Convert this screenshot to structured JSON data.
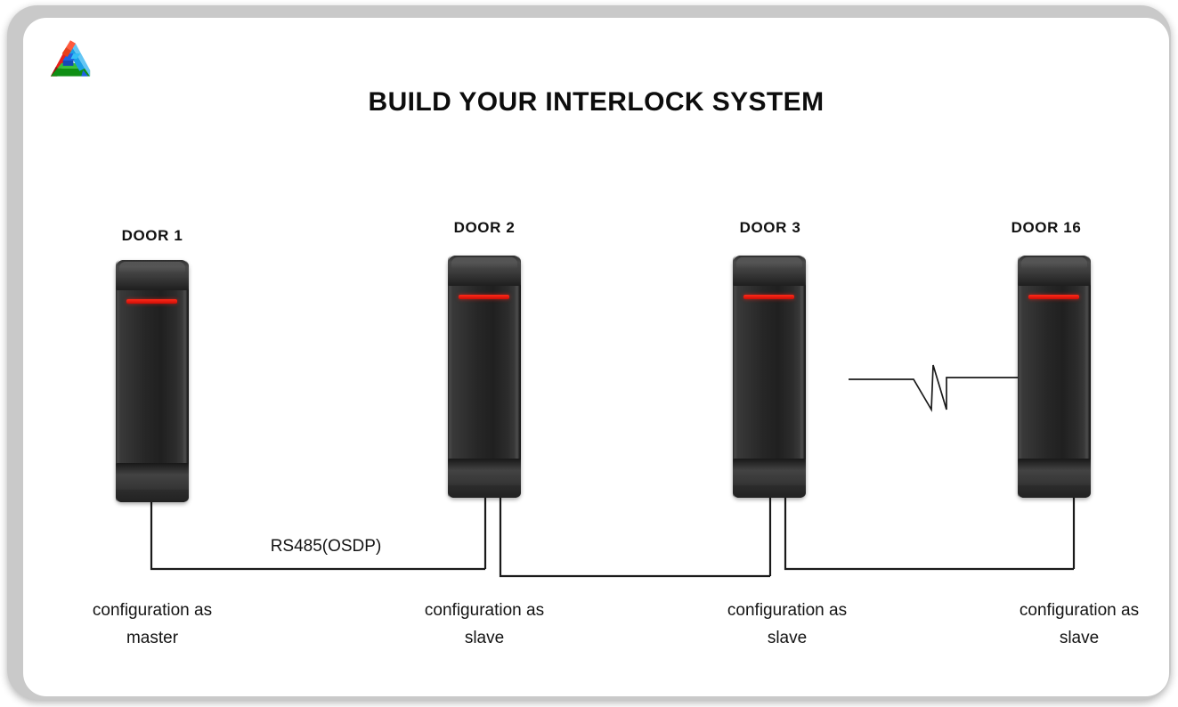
{
  "brand": {
    "logo_icon": "penrose-triangle-logo",
    "logo_colors": [
      "#e8201a",
      "#15a215",
      "#1e63e0",
      "#63c6f5"
    ]
  },
  "header": {
    "title": "BUILD YOUR INTERLOCK SYSTEM"
  },
  "diagram": {
    "bus_label": "RS485(OSDP)",
    "break_symbol": "zigzag-break-icon",
    "doors": [
      {
        "label": "DOOR 1",
        "role_line1": "configuration as",
        "role_line2": "master",
        "led_color": "#ff2a18"
      },
      {
        "label": "DOOR 2",
        "role_line1": "configuration as",
        "role_line2": "slave",
        "led_color": "#ff2a18"
      },
      {
        "label": "DOOR 3",
        "role_line1": "configuration as",
        "role_line2": "slave",
        "led_color": "#ff2a18"
      },
      {
        "label": "DOOR 16",
        "role_line1": "configuration as",
        "role_line2": "slave",
        "led_color": "#ff2a18"
      }
    ]
  }
}
